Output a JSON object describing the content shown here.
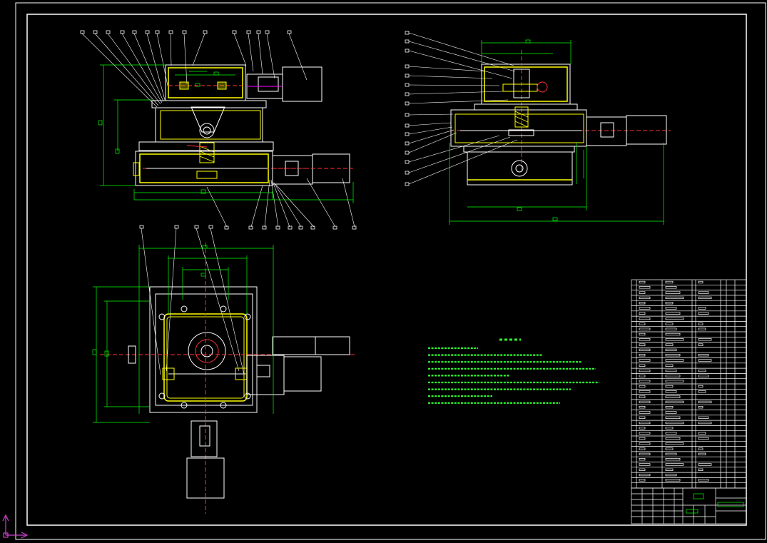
{
  "colors": {
    "background": "#000000",
    "frame": "#ffffff",
    "dimension": "#00ff00",
    "hatch": "#ffff00",
    "part": "#ffffff",
    "centerline": "#ff3333",
    "accent": "#ff00ff"
  },
  "drawing": {
    "view_front": "front-view",
    "view_side": "side-view",
    "view_top": "top-view"
  },
  "technical_notes": {
    "title": "",
    "lines": []
  },
  "icons": {
    "ucs": "ucs-axis-icon"
  }
}
